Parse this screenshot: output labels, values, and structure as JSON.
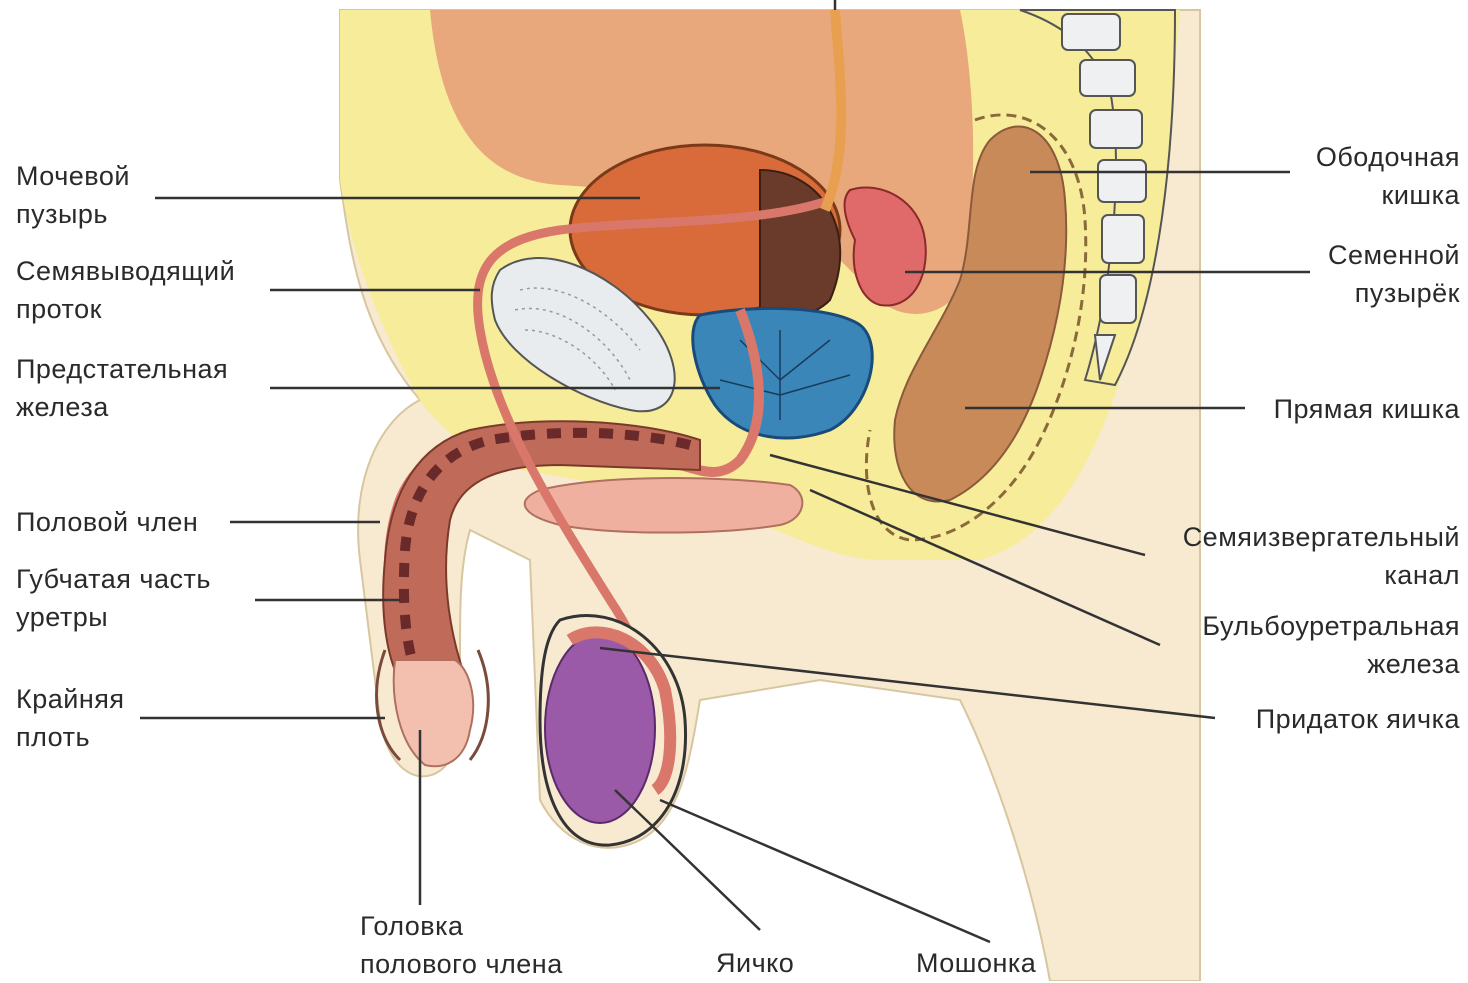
{
  "labels": {
    "bladder": [
      "Мочевой",
      "пузырь"
    ],
    "vas_deferens": [
      "Семявыводящий",
      "проток"
    ],
    "prostate": [
      "Предстательная",
      "железа"
    ],
    "penis": [
      "Половой член"
    ],
    "spongy_urethra": [
      "Губчатая часть",
      "уретры"
    ],
    "foreskin": [
      "Крайняя",
      "плоть"
    ],
    "glans": [
      "Головка",
      "полового члена"
    ],
    "testis": [
      "Яичко"
    ],
    "scrotum": [
      "Мошонка"
    ],
    "colon": [
      "Ободочная",
      "кишка"
    ],
    "seminal_vesicle": [
      "Семенной",
      "пузырёк"
    ],
    "rectum": [
      "Прямая кишка"
    ],
    "ejaculatory_duct": [
      "Семяизвергательный",
      "канал"
    ],
    "bulbourethral_gland": [
      "Бульбоуретральная",
      "железа"
    ],
    "epididymis": [
      "Придаток яичка"
    ]
  },
  "colors": {
    "skin": "#f7ead0",
    "fat": "#f7ec9a",
    "intestine": "#e8a87c",
    "bladder": "#d96b3a",
    "prostate": "#3a86b8",
    "testis": "#9a5aa8",
    "duct": "#d9776b",
    "spine": "#eef0f2",
    "leader": "#333333"
  }
}
